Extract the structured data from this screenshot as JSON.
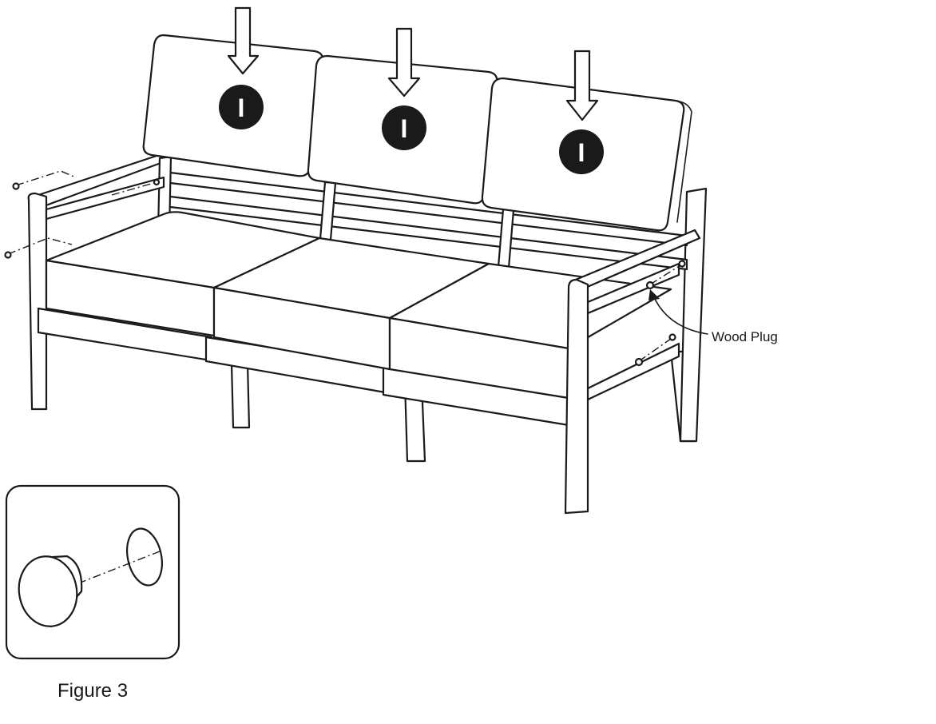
{
  "diagram": {
    "step_badges": [
      {
        "label": "I"
      },
      {
        "label": "I"
      },
      {
        "label": "I"
      }
    ],
    "callout_label": "Wood Plug",
    "inset_caption": "Figure 3",
    "colors": {
      "line": "#1a1a1a",
      "badge_fill": "#1a1a1a",
      "badge_text": "#ffffff",
      "background": "#ffffff"
    }
  }
}
